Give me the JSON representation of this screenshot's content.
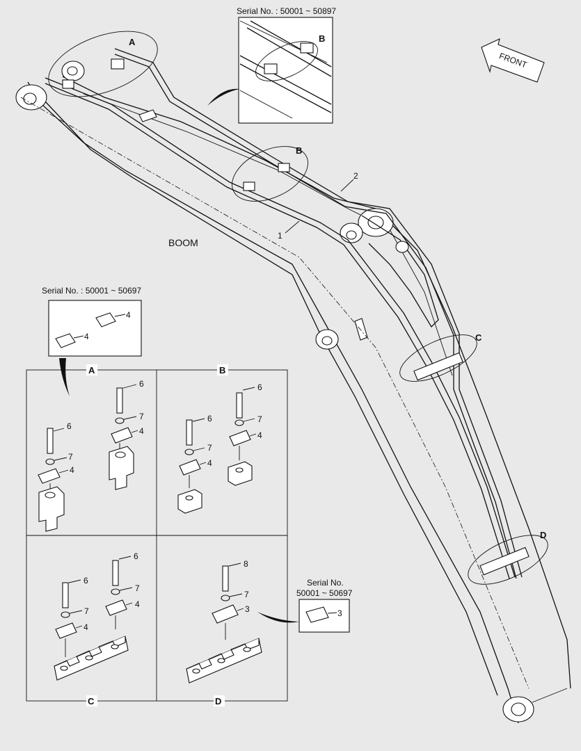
{
  "serials": {
    "top": "Serial No. : 50001 ~ 50897",
    "left": "Serial No. : 50001 ~ 50697",
    "right_line1": "Serial No.",
    "right_line2": "50001 ~ 50697"
  },
  "front_label": "FRONT",
  "boom_label": "BOOM",
  "detail_letters": {
    "a": "A",
    "b": "B",
    "c": "C",
    "d": "D"
  },
  "parts": {
    "p1": "1",
    "p2": "2",
    "p3": "3",
    "p4": "4",
    "p6": "6",
    "p7": "7",
    "p8": "8"
  }
}
